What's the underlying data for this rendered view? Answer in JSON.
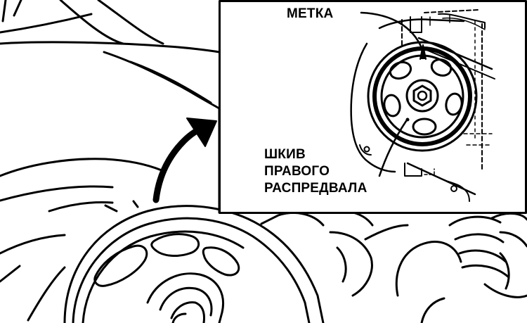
{
  "labels": {
    "mark": "МЕТКА",
    "pulley_lines": [
      "ШКИВ",
      "ПРАВОГО",
      "РАСПРЕДВАЛА"
    ]
  },
  "colors": {
    "ink": "#000000",
    "paper": "#ffffff"
  },
  "icons": {
    "arrow": "curved-arrow-icon"
  }
}
